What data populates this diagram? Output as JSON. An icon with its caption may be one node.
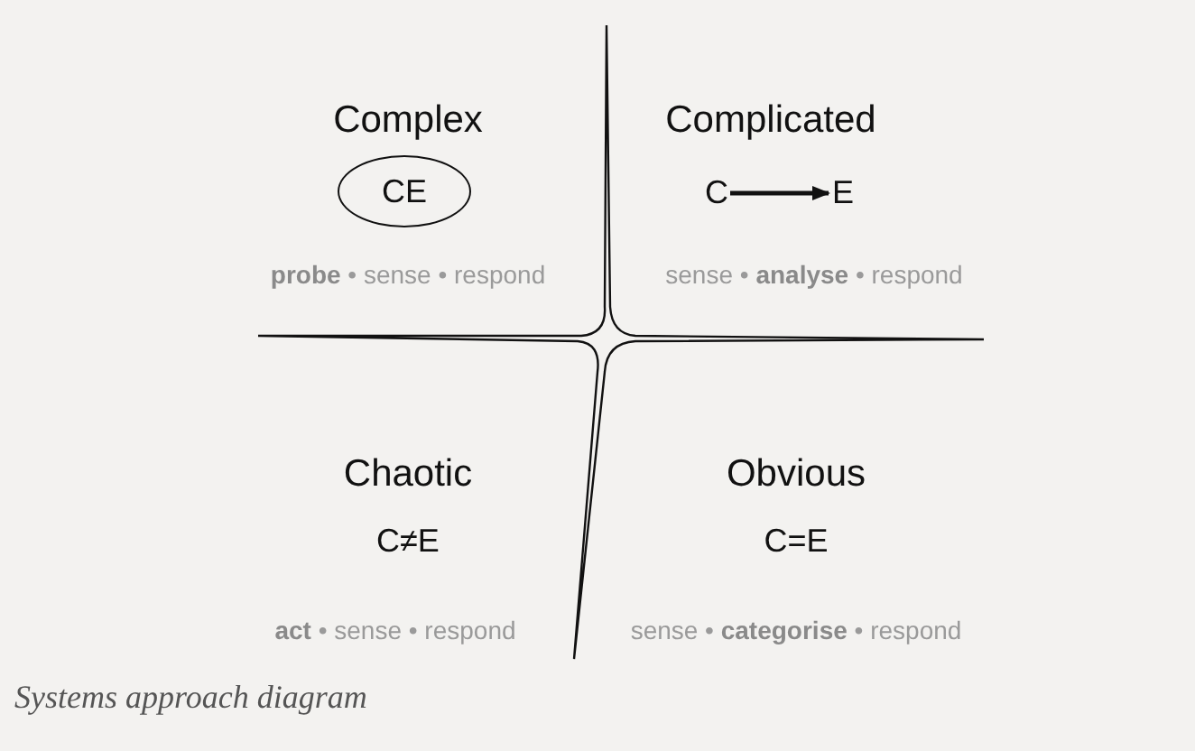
{
  "diagram": {
    "caption": "Systems approach diagram",
    "nodes": [
      {
        "text": [
          "CE"
        ]
      },
      {
        "text": [
          "C"
        ]
      },
      {
        "text": [
          "E"
        ]
      }
    ],
    "edges": [
      {
        "from": 1,
        "to": 2,
        "arrow": "to"
      }
    ],
    "labels": [
      "Complex",
      "Complicated",
      "**probe** • sense • respond",
      "sense • **analyse** • respond",
      "Chaotic",
      "Obvious",
      "C≠E",
      "C=E",
      "**act** • sense • respond",
      "sense • **categorise** • respond"
    ]
  }
}
